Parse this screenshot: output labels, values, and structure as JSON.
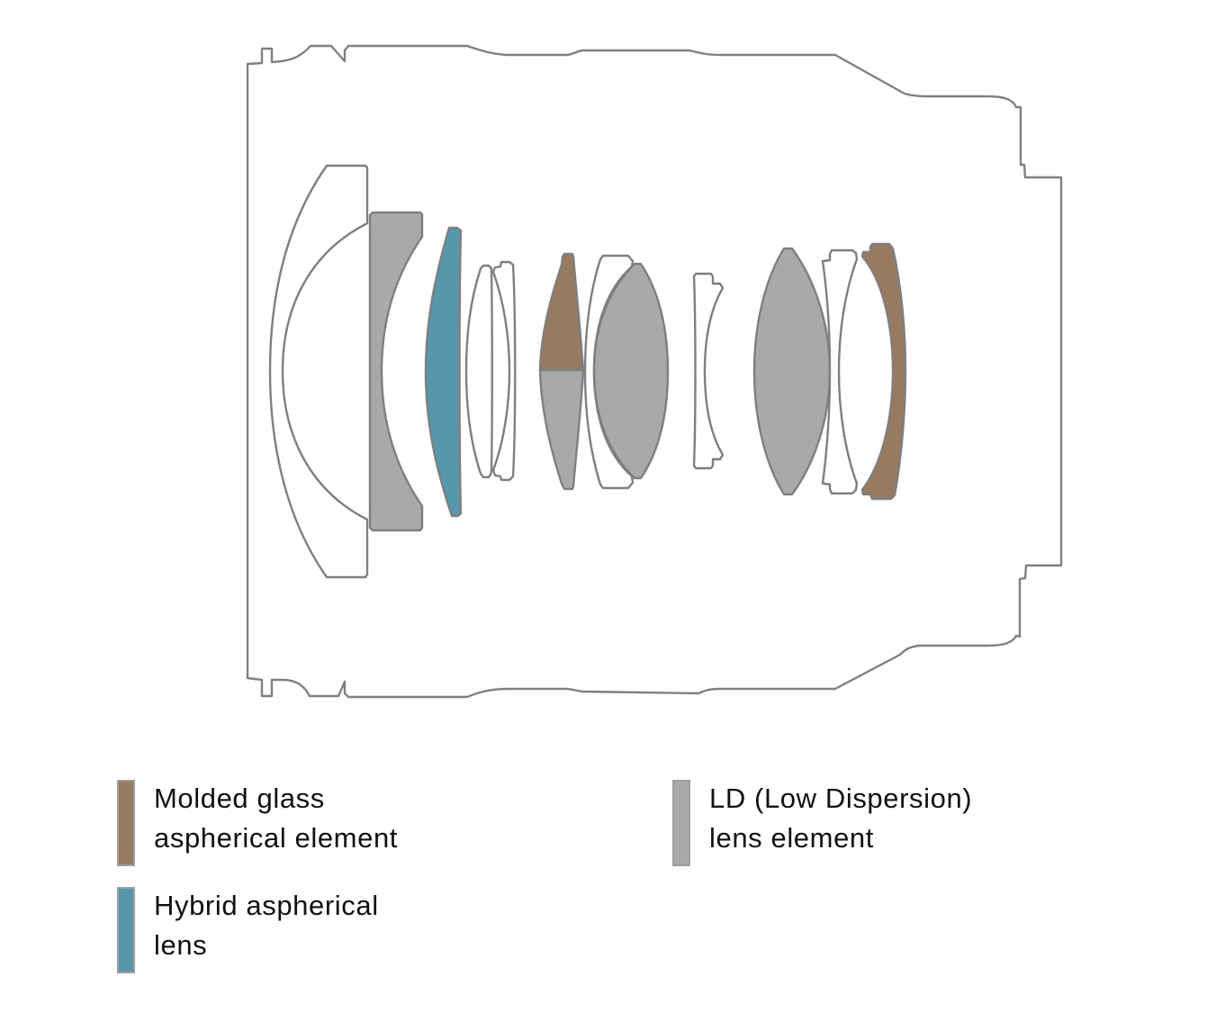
{
  "title": "Lens construction diagram",
  "colors": {
    "outline": "#808080",
    "molded_glass_aspherical": "#977a5f",
    "hybrid_aspherical": "#5797ab",
    "ld": "#a8aaa9",
    "standard": "#ffffff"
  },
  "elements": [
    {
      "index": 1,
      "type": "standard"
    },
    {
      "index": 2,
      "type": "ld"
    },
    {
      "index": 3,
      "type": "hybrid_aspherical"
    },
    {
      "index": 4,
      "type": "standard"
    },
    {
      "index": 5,
      "type": "standard"
    },
    {
      "index": 6,
      "type": "molded_glass_aspherical_and_ld"
    },
    {
      "index": 7,
      "type": "standard"
    },
    {
      "index": 8,
      "type": "ld"
    },
    {
      "index": 9,
      "type": "standard"
    },
    {
      "index": 10,
      "type": "ld"
    },
    {
      "index": 11,
      "type": "standard"
    },
    {
      "index": 12,
      "type": "molded_glass_aspherical"
    }
  ],
  "legend": {
    "molded": {
      "line1": "Molded glass",
      "line2": "aspherical element"
    },
    "hybrid": {
      "line1": "Hybrid aspherical",
      "line2": "lens"
    },
    "ld": {
      "line1": "LD (Low Dispersion)",
      "line2": "lens element"
    }
  }
}
